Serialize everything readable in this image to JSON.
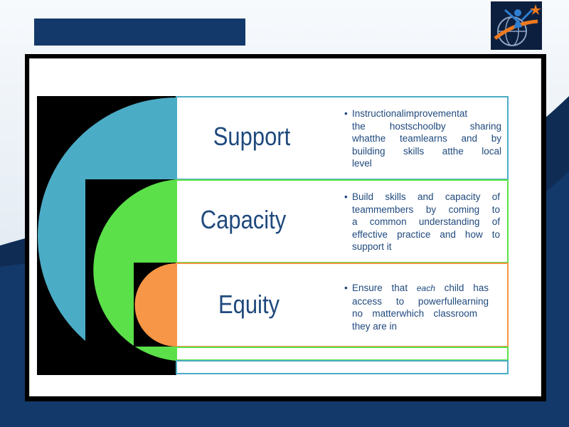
{
  "slide": {
    "support": {
      "label": "Support",
      "bullet": [
        "Instructionalimprovementat",
        "the hostschoolby sharing",
        "whatthe teamlearns and by",
        "building skills atthe local",
        "level"
      ]
    },
    "capacity": {
      "label": "Capacity",
      "bullet": [
        "Build skills and capacity of",
        "teammembers by coming to",
        "a common understanding of",
        "effective practice and how to",
        "support it"
      ]
    },
    "equity": {
      "label": "Equity",
      "bullet_parts": {
        "line1_a": "Ensure that",
        "line1_em": "each",
        "line1_b": "child has",
        "line2": "access to powerfullearning",
        "line3": "no matterwhich classroom",
        "line4": "they are in"
      }
    }
  },
  "colors": {
    "navy": "#13396a",
    "teal": "#4bacc6",
    "green": "#5be04a",
    "orange": "#f79646",
    "text": "#1f497d"
  },
  "icons": {
    "bullet": "bullet-dot",
    "logo": "person-globe-star-logo"
  }
}
